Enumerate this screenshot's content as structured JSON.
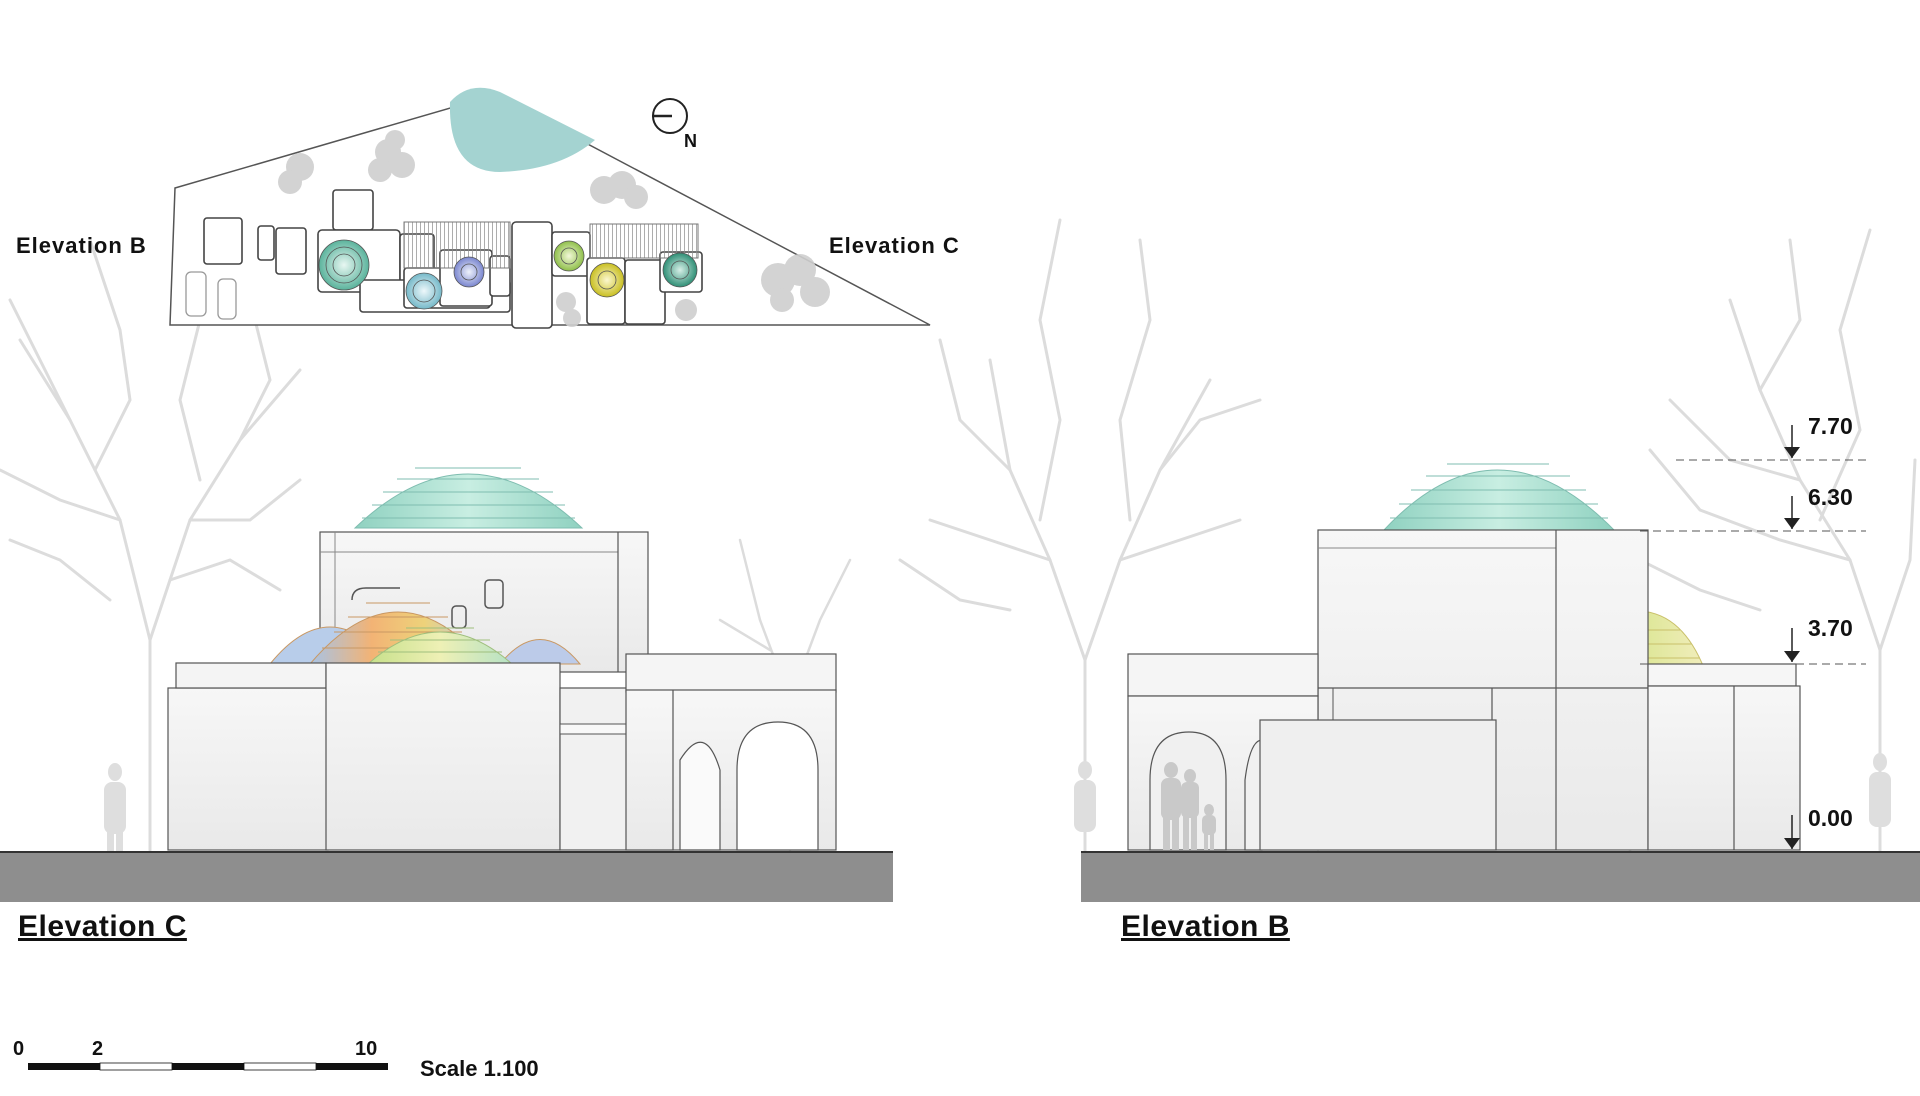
{
  "site_plan": {
    "label_left": "Elevation B",
    "label_right": "Elevation C",
    "north": "N",
    "compass_icon": "north-arrow-icon"
  },
  "elevation_c": {
    "title": "Elevation C"
  },
  "elevation_b": {
    "title": "Elevation B",
    "levels": [
      "7.70",
      "6.30",
      "3.70",
      "0.00"
    ]
  },
  "scale_bar": {
    "ticks": [
      "0",
      "2",
      "10"
    ],
    "label": "Scale 1.100"
  },
  "colors": {
    "ground": "#8e8e8e",
    "dome_teal": "#8fd3c3",
    "dome_blue": "#9fb6e0",
    "dome_orange": "#f0b070",
    "dome_yellow": "#e6e070",
    "pool": "#9ccfcf",
    "tree": "#d9d9d9"
  }
}
